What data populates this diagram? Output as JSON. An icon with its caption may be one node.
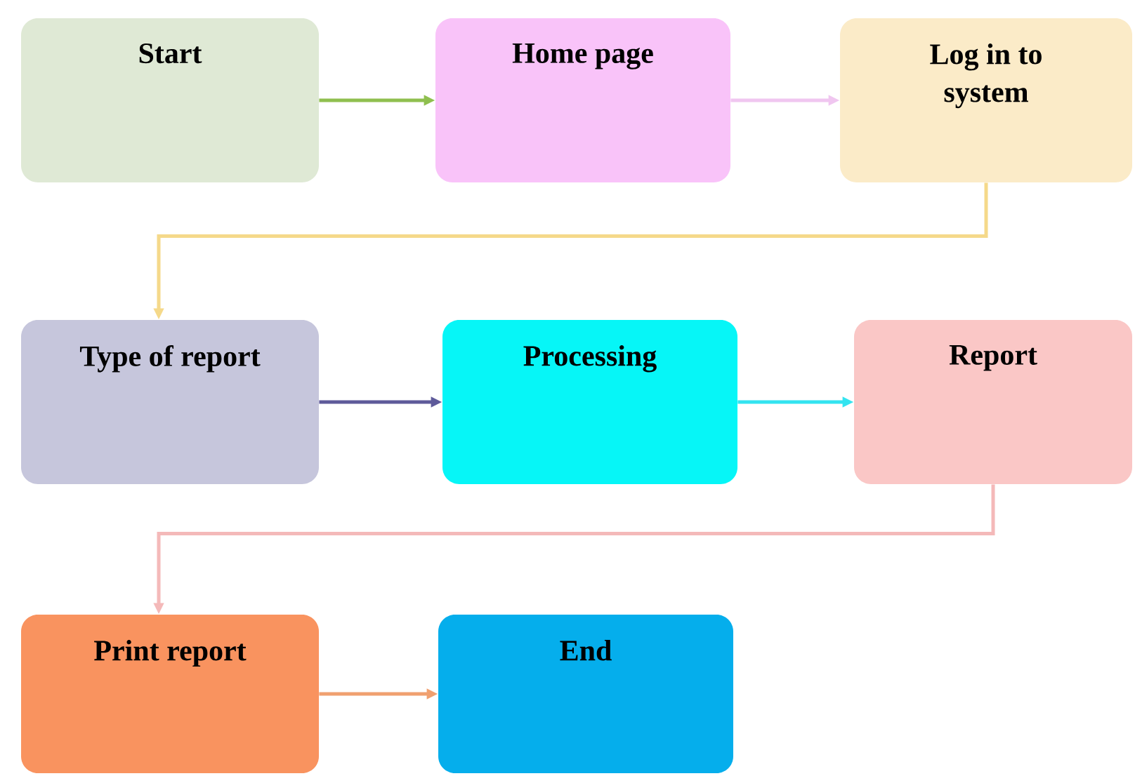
{
  "diagram": {
    "nodes": [
      {
        "text": [
          "Start"
        ]
      },
      {
        "text": [
          "Home page"
        ]
      },
      {
        "text": [
          "Log in to system"
        ]
      },
      {
        "text": [
          "Type of report"
        ]
      },
      {
        "text": [
          "Processing"
        ]
      },
      {
        "text": [
          "Report"
        ]
      },
      {
        "text": [
          "Print report"
        ]
      },
      {
        "text": [
          "End"
        ]
      }
    ],
    "edges": [
      {
        "from": 0,
        "to": 1,
        "arrow": "to",
        "color": "#8fbf4f"
      },
      {
        "from": 1,
        "to": 2,
        "arrow": "to",
        "color": "#f0c6f0"
      },
      {
        "from": 2,
        "to": 3,
        "arrow": "to",
        "color": "#f5d98a"
      },
      {
        "from": 3,
        "to": 4,
        "arrow": "to",
        "color": "#5e5a9a"
      },
      {
        "from": 4,
        "to": 5,
        "arrow": "to",
        "color": "#33e4f0"
      },
      {
        "from": 5,
        "to": 6,
        "arrow": "to",
        "color": "#f4b9b9"
      },
      {
        "from": 6,
        "to": 7,
        "arrow": "to",
        "color": "#f0a070"
      }
    ]
  }
}
